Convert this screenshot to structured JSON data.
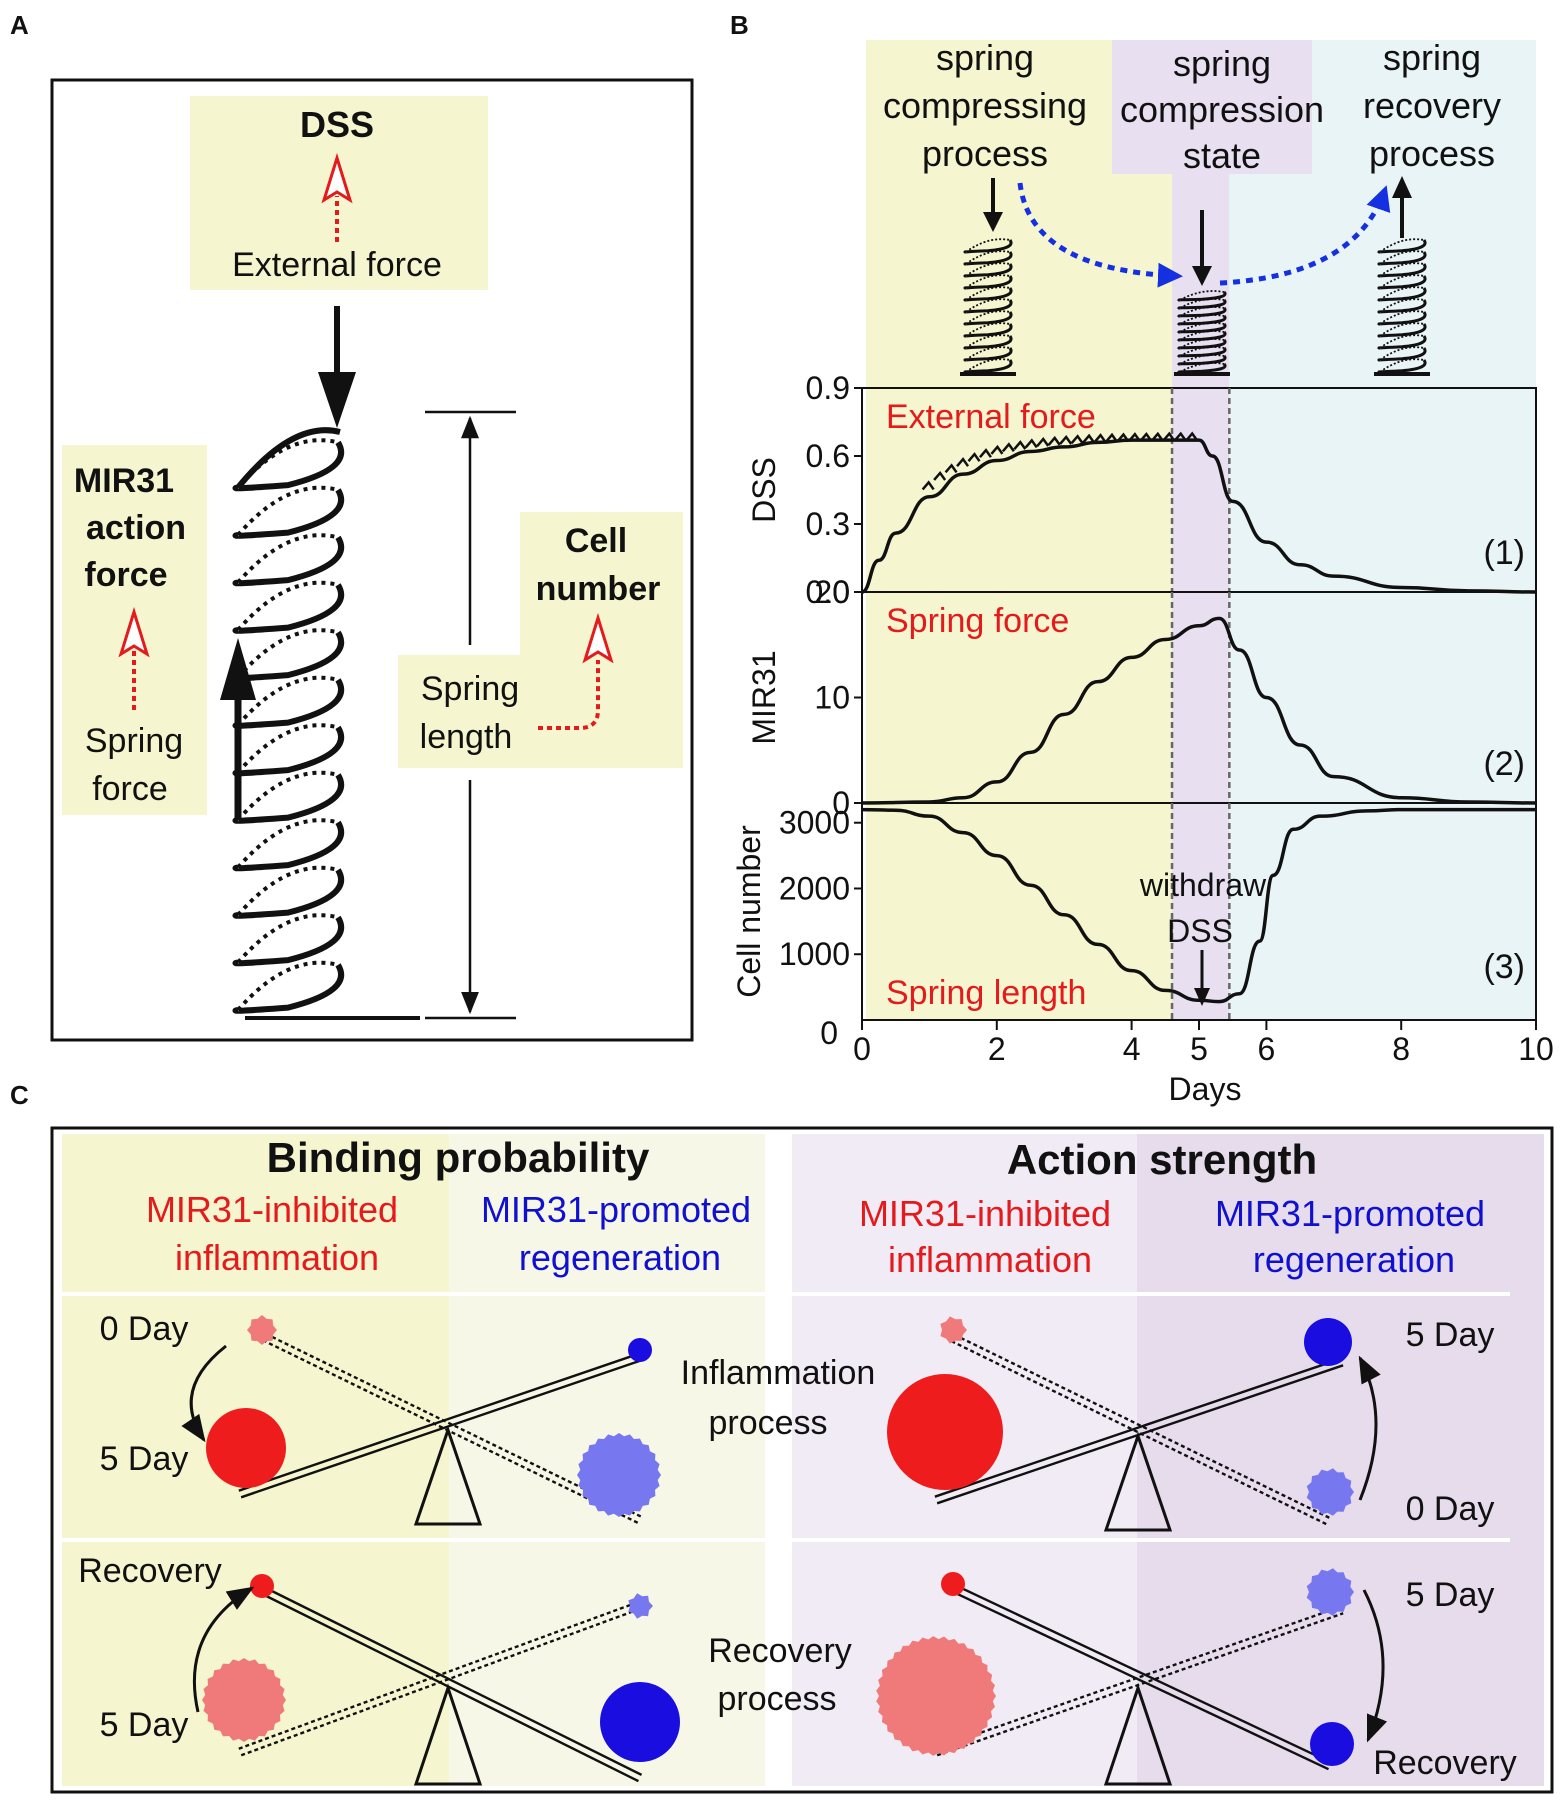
{
  "panel_labels": {
    "a": "A",
    "b": "B",
    "c": "C"
  },
  "panel_a": {
    "dss_title": "DSS",
    "external_force": "External force",
    "mir31_line1": "MIR31",
    "mir31_line2": "action",
    "mir31_line3": "force",
    "spring_force_line1": "Spring",
    "spring_force_line2": "force",
    "cell_line1": "Cell",
    "cell_line2": "number",
    "spring_length_line1": "Spring",
    "spring_length_line2": "length"
  },
  "panel_b": {
    "header_compressing": [
      "spring",
      "compressing",
      "process"
    ],
    "header_state": [
      "spring",
      "compression",
      "state"
    ],
    "header_recovery": [
      "spring",
      "recovery",
      "process"
    ],
    "annotation_withdraw": [
      "withdraw",
      "DSS"
    ],
    "xlabel": "Days",
    "x_ticks": [
      "0",
      "2",
      "4",
      "5",
      "6",
      "8",
      "10"
    ],
    "zero_label": "0",
    "colors": {
      "yellow_bg": "#f5f5cf",
      "purple_bg": "#e8e0f0",
      "cyan_bg": "#e9f4f6",
      "curve": "#111111",
      "label_red": "#e41a1c"
    },
    "plots": [
      {
        "ylabel": "DSS",
        "title": "External force",
        "tag": "(1)",
        "y_ticks": [
          "0.9",
          "0.6",
          "0.3",
          "0.0"
        ]
      },
      {
        "ylabel": "MIR31",
        "title": "Spring force",
        "tag": "(2)",
        "y_ticks": [
          "20",
          "10",
          "0"
        ]
      },
      {
        "ylabel": "Cell number",
        "title": "Spring length",
        "tag": "(3)",
        "y_ticks": [
          "3000",
          "2000",
          "1000",
          ""
        ]
      }
    ]
  },
  "chart_data": [
    {
      "type": "line",
      "ylabel": "DSS",
      "xlabel": "Days",
      "xlim": [
        0,
        10
      ],
      "ylim": [
        0,
        0.9
      ],
      "series": [
        {
          "name": "External force",
          "x": [
            0,
            0.25,
            0.5,
            1,
            1.5,
            2,
            2.5,
            3,
            3.5,
            4,
            4.5,
            5,
            5.2,
            5.5,
            6,
            6.5,
            7,
            8,
            9,
            10
          ],
          "values": [
            0,
            0.14,
            0.26,
            0.42,
            0.52,
            0.58,
            0.62,
            0.64,
            0.66,
            0.67,
            0.67,
            0.67,
            0.6,
            0.4,
            0.22,
            0.12,
            0.07,
            0.02,
            0.005,
            0
          ]
        }
      ],
      "vlines": [
        4.6,
        5.45
      ]
    },
    {
      "type": "line",
      "ylabel": "MIR31",
      "xlabel": "Days",
      "xlim": [
        0,
        10
      ],
      "ylim": [
        0,
        20
      ],
      "series": [
        {
          "name": "Spring force",
          "x": [
            0,
            1,
            1.5,
            2,
            2.5,
            3,
            3.5,
            4,
            4.5,
            5,
            5.3,
            5.6,
            6,
            6.5,
            7,
            8,
            9,
            10
          ],
          "values": [
            0,
            0.1,
            0.5,
            2,
            4.8,
            8.4,
            11.5,
            13.8,
            15.5,
            16.8,
            17.5,
            14.5,
            10,
            5.5,
            2.5,
            0.5,
            0.1,
            0
          ]
        }
      ],
      "vlines": [
        4.6,
        5.45
      ]
    },
    {
      "type": "line",
      "ylabel": "Cell number",
      "xlabel": "Days",
      "xlim": [
        0,
        10
      ],
      "ylim": [
        0,
        3300
      ],
      "series": [
        {
          "name": "Spring length",
          "x": [
            0,
            0.5,
            1,
            1.5,
            2,
            2.5,
            3,
            3.5,
            4,
            4.5,
            5,
            5.3,
            5.6,
            5.9,
            6.1,
            6.4,
            6.8,
            7.5,
            8,
            10
          ],
          "values": [
            3200,
            3190,
            3100,
            2850,
            2500,
            2050,
            1600,
            1150,
            750,
            450,
            300,
            280,
            400,
            1200,
            2200,
            2900,
            3100,
            3180,
            3200,
            3200
          ]
        }
      ],
      "vlines": [
        4.6,
        5.45
      ],
      "annotations": [
        "withdraw DSS"
      ]
    }
  ],
  "panel_c": {
    "title_left": "Binding probability",
    "title_right": "Action strength",
    "inhibited_line1": "MIR31-inhibited",
    "inhibited_line2": "inflammation",
    "promoted_line1": "MIR31-promoted",
    "promoted_line2": "regeneration",
    "day0": "0 Day",
    "day5": "5 Day",
    "recovery": "Recovery",
    "inflam_process": [
      "Inflammation",
      "process"
    ],
    "recovery_process": [
      "Recovery",
      "process"
    ]
  }
}
